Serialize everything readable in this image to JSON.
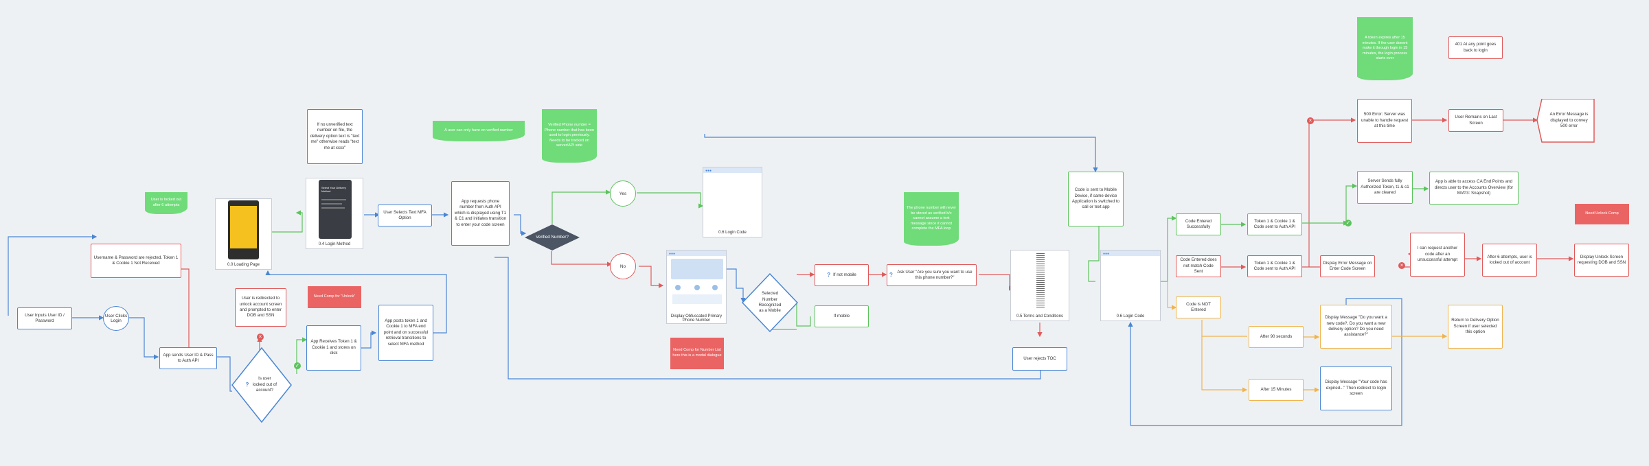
{
  "colors": {
    "blue": "#4a86d4",
    "red": "#e05a5a",
    "green": "#5cc35c",
    "orange": "#f0b44c",
    "note_green": "#6fdc79",
    "note_red": "#ea6464"
  },
  "nodes": {
    "user_inputs": "User Inputs User ID / Password",
    "user_clicks_login": "User Clicks Login",
    "app_sends_user_id": "App sends User ID & Pass to Auth API",
    "is_user_locked": "Is user locked out of account?",
    "username_rejected": "Username & Password are rejected. Token 1 & Cookie 1 Not Received",
    "user_redirected_unlock": "User is redirected to unlock account screen and prompted to enter DOB and SSN",
    "app_receives_token": "App Receives Token 1 & Cookie 1 and stores on disk",
    "app_posts_token": "App posts token 1 and Cookie 1 to MFA end point and on successful retrieval transitions to select MFA method",
    "user_selects_mfa": "User Selects Text MFA Option",
    "unverified_text_note": "If no unverified text number on file, the delivery option text is \"text me\" otherwise reads \"text me at xxxx\"",
    "app_requests_phone": "App requests phone number from Auth API which is displayed using T1 & C1 and initiates transition to enter your code screen",
    "verified_number_q": "Verified Number?",
    "yes": "Yes",
    "no": "No",
    "selected_number_q": "Selected Number Recognized as a Mobile",
    "if_not_mobile": "If not mobile",
    "if_mobile": "If mobile",
    "ask_user_sure": "Ask User \"Are you sure you want to use this phone number?\"",
    "code_sent_mobile": "Code is sent to Mobile Device, if same device Application is switched to call or text app",
    "user_rejects_toc": "User rejects TOC",
    "code_entered_success": "Code Entered Successfully",
    "code_not_match": "Code Entered does not match Code Sent",
    "code_not_entered": "Code is NOT Entered",
    "token_sent_auth_1": "Token 1 & Cookie 1 & Code sent to Auth API",
    "token_sent_auth_2": "Token 1 & Cookie 1 & Code sent to Auth API",
    "server_sends_token": "Server Sends fully Authorized Token, t1 & c1 are cleared",
    "app_able_access": "App is able to access CA End Points and directs user to the Accounts Overview (for MVP3: Snapshot)",
    "display_error_code": "Display Error Message on Enter Code Screen",
    "i_can_request": "I can request another code after an unsuccessful attempt",
    "after_6_attempts": "After 6 attempts, user is locked out of account",
    "display_unlock": "Display Unlock Screen requesting DOB and SSN",
    "server_error_500": "500 Error: Server was unable to handle request at this time",
    "user_remains": "User Remains on Last Screen",
    "error_message_500": "An Error Message is displayed to convey 500 error",
    "after_90_seconds": "After 90 seconds",
    "display_new_code": "Display Message \"Do you want a new code?, Do you want a new delivery option? Do you need assistance?\"",
    "return_delivery": "Return to Delivery Option Screen if user selected this option",
    "after_15_minutes": "After 15 Minutes",
    "display_code_expired": "Display Message \"Your code has expired...\" Then redirect to login screen",
    "error_401": "401 At any point goes back to login"
  },
  "notes": {
    "user_locked_note": "User is locked out after 6 attempts",
    "one_verified_note": "A user can only have on verified number",
    "verified_phone_note": "Verified Phone number = Phone number that has been used to login previously. Needs to be tracked on server/API side",
    "phone_never_stored_note": "The phone number will never be stored as verified b/c cannot assume a text message since it cannot complete the MFA loop",
    "need_comp_unlock": "Need Comp for \"Unlock\"",
    "need_comp_number": "Need Comp for Number List here this is a modal dialogue",
    "need_unlock_comp": "Need Unlock Comp",
    "token_expires_note": "A token expires after 15 minutes. If the user doesnt make it through login in 15 minutes, the login process starts over"
  },
  "screens": {
    "loading": "0.0 Loading Page",
    "login_method": "0.4 Login Method",
    "login_code_top": "0.6 Login Code",
    "display_obfuscated": "Display Obfuscated Primary Phone Number",
    "terms": "0.5 Terms and Conditions",
    "login_code_bottom": "0.6 Login Code"
  },
  "phone_mock": {
    "title": "Select Your Delivery Method"
  },
  "icons": [
    "x-icon",
    "check-icon",
    "question-icon"
  ]
}
